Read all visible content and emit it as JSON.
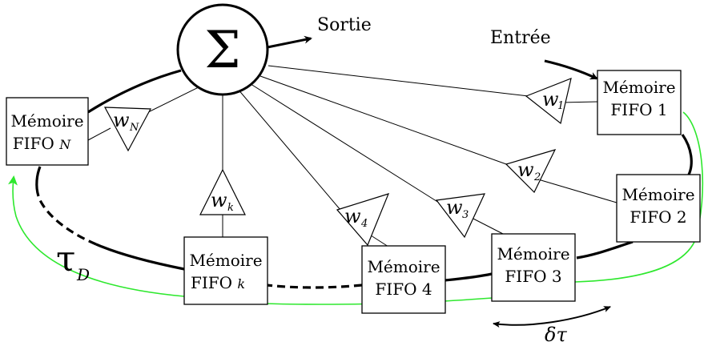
{
  "summator": {
    "symbol": "Σ"
  },
  "output_label": "Sortie",
  "input_label": "Entrée",
  "memories": [
    {
      "line1": "Mémoire",
      "line2": "FIFO 1",
      "index": ""
    },
    {
      "line1": "Mémoire",
      "line2": "FIFO 2",
      "index": ""
    },
    {
      "line1": "Mémoire",
      "line2": "FIFO 3",
      "index": ""
    },
    {
      "line1": "Mémoire",
      "line2": "FIFO 4",
      "index": ""
    },
    {
      "line1": "Mémoire",
      "line2": "FIFO ",
      "index": "k"
    },
    {
      "line1": "Mémoire",
      "line2": "FIFO ",
      "index": "N"
    }
  ],
  "weights": [
    {
      "base": "w",
      "sub": "1"
    },
    {
      "base": "w",
      "sub": "2"
    },
    {
      "base": "w",
      "sub": "3"
    },
    {
      "base": "w",
      "sub": "4"
    },
    {
      "base": "w",
      "sub": "k"
    },
    {
      "base": "w",
      "sub": "N"
    }
  ],
  "tau_d": {
    "symbol": "τ",
    "sub": "D"
  },
  "delta_tau": "δτ",
  "colors": {
    "lines": "#000000",
    "feedback": "#2ee82e"
  }
}
